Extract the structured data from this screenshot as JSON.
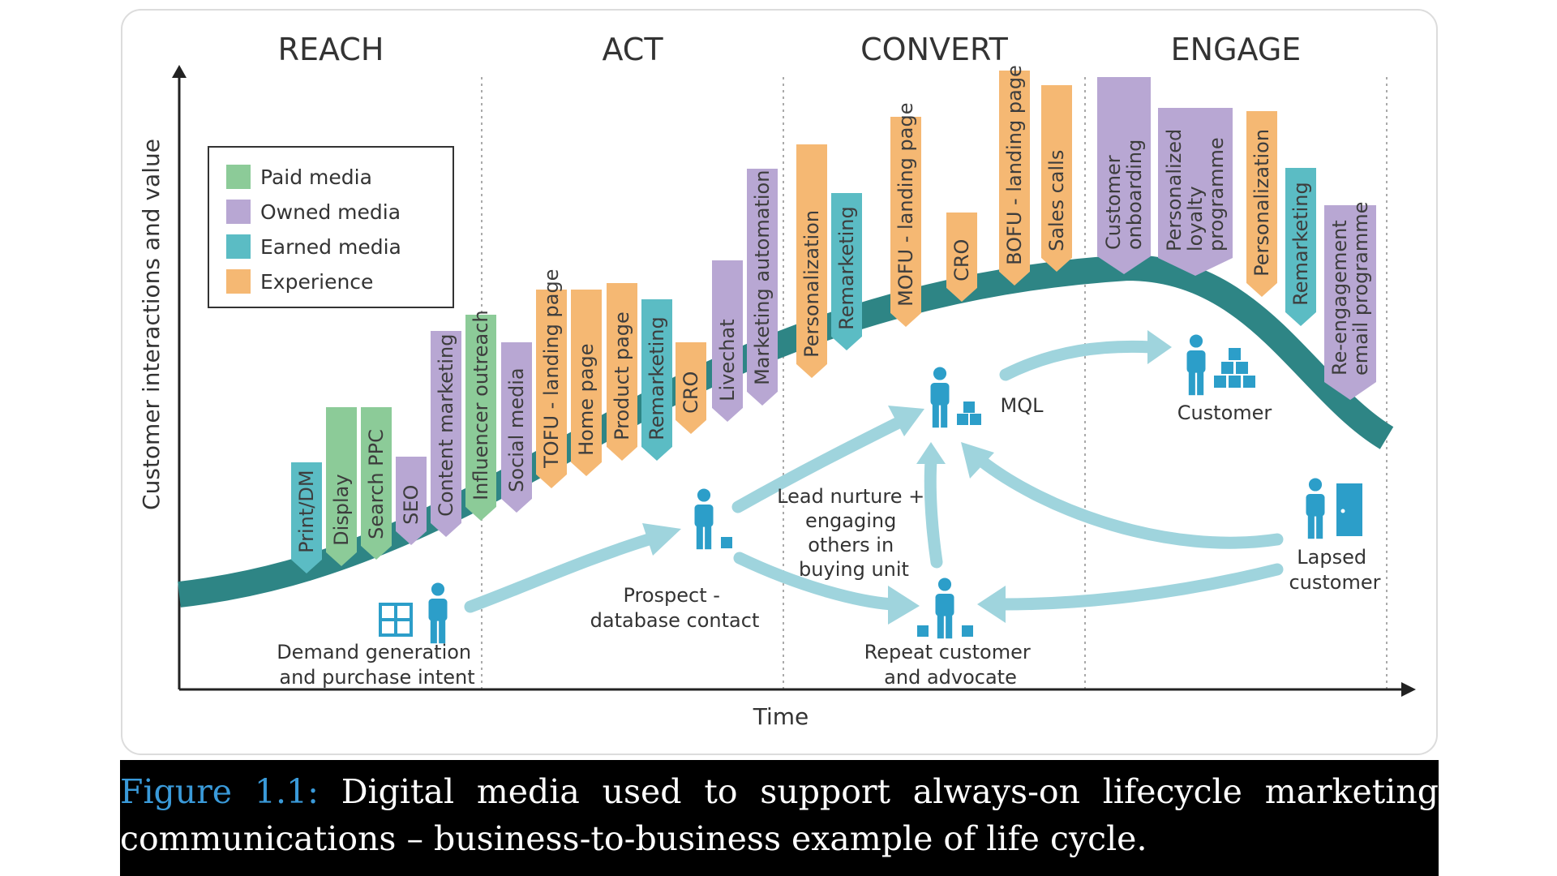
{
  "stages": [
    "REACH",
    "ACT",
    "CONVERT",
    "ENGAGE"
  ],
  "axes": {
    "y_label": "Customer interactions and value",
    "x_label": "Time"
  },
  "colors": {
    "paid": "#8ccb98",
    "owned": "#b8a7d3",
    "earned": "#5bbcc4",
    "experience": "#f5b873",
    "curve": "#2e8585",
    "arrow": "#9fd4dd",
    "person": "#2c9ec9"
  },
  "legend": [
    {
      "label": "Paid media",
      "type": "paid"
    },
    {
      "label": "Owned media",
      "type": "owned"
    },
    {
      "label": "Earned media",
      "type": "earned"
    },
    {
      "label": "Experience",
      "type": "experience"
    }
  ],
  "tabs": [
    {
      "lines": [
        "Print/DM"
      ],
      "type": "earned"
    },
    {
      "lines": [
        "Display"
      ],
      "type": "paid"
    },
    {
      "lines": [
        "Search PPC"
      ],
      "type": "paid"
    },
    {
      "lines": [
        "SEO"
      ],
      "type": "owned"
    },
    {
      "lines": [
        "Content marketing"
      ],
      "type": "owned"
    },
    {
      "lines": [
        "Influencer outreach"
      ],
      "type": "paid"
    },
    {
      "lines": [
        "Social media"
      ],
      "type": "owned"
    },
    {
      "lines": [
        "TOFU - landing page"
      ],
      "type": "experience"
    },
    {
      "lines": [
        "Home page"
      ],
      "type": "experience"
    },
    {
      "lines": [
        "Product page"
      ],
      "type": "experience"
    },
    {
      "lines": [
        "Remarketing"
      ],
      "type": "earned"
    },
    {
      "lines": [
        "CRO"
      ],
      "type": "experience"
    },
    {
      "lines": [
        "Livechat"
      ],
      "type": "owned"
    },
    {
      "lines": [
        "Marketing automation"
      ],
      "type": "owned"
    },
    {
      "lines": [
        "Personalization"
      ],
      "type": "experience"
    },
    {
      "lines": [
        "Remarketing"
      ],
      "type": "earned"
    },
    {
      "lines": [
        "MOFU - landing page"
      ],
      "type": "experience"
    },
    {
      "lines": [
        "CRO"
      ],
      "type": "experience"
    },
    {
      "lines": [
        "BOFU - landing page"
      ],
      "type": "experience"
    },
    {
      "lines": [
        "Sales calls"
      ],
      "type": "experience"
    },
    {
      "lines": [
        "Customer",
        "onboarding"
      ],
      "type": "owned"
    },
    {
      "lines": [
        "Personalized",
        "loyalty",
        "programme"
      ],
      "type": "owned"
    },
    {
      "lines": [
        "Personalization"
      ],
      "type": "experience"
    },
    {
      "lines": [
        "Remarketing"
      ],
      "type": "earned"
    },
    {
      "lines": [
        "Re-engagement",
        "email programme"
      ],
      "type": "owned"
    }
  ],
  "nodes": [
    {
      "id": "demand",
      "lines": [
        "Demand generation",
        "and purchase intent"
      ]
    },
    {
      "id": "prospect",
      "lines": [
        "Prospect -",
        "database contact"
      ]
    },
    {
      "id": "nurture",
      "lines": [
        "Lead nurture +",
        "engaging",
        "others in",
        "buying unit"
      ]
    },
    {
      "id": "repeat",
      "lines": [
        "Repeat customer",
        "and advocate"
      ]
    },
    {
      "id": "mql",
      "lines": [
        "MQL"
      ]
    },
    {
      "id": "customer",
      "lines": [
        "Customer"
      ]
    },
    {
      "id": "lapsed",
      "lines": [
        "Lapsed",
        "customer"
      ]
    }
  ],
  "caption": {
    "label": "Figure 1.1:",
    "text": "Digital media used to support always-on lifecycle marketing communications – business-to-business example of life cycle."
  }
}
